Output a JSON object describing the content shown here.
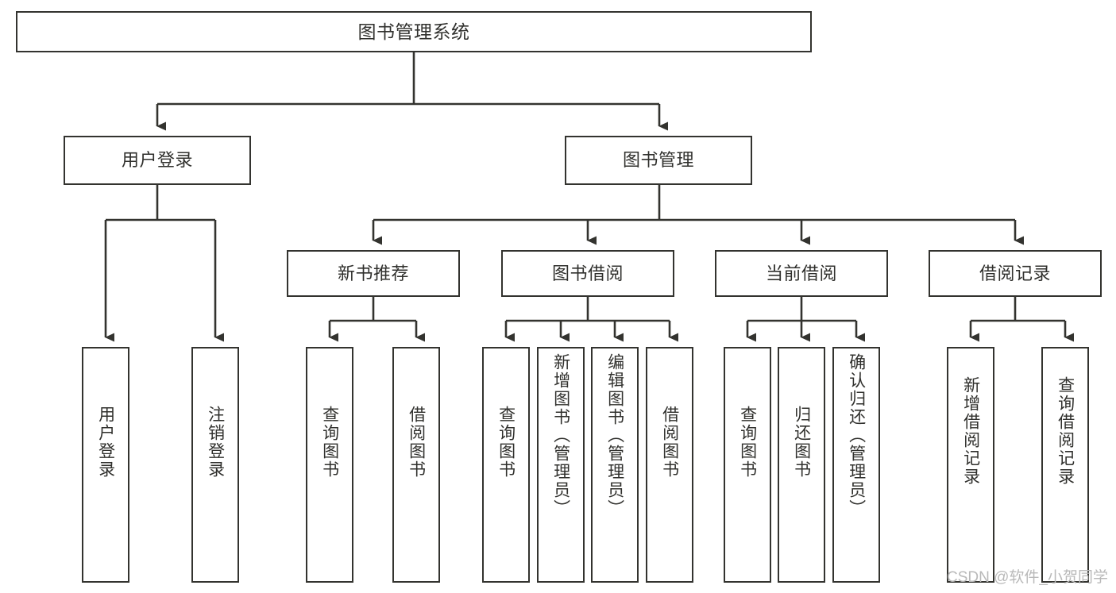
{
  "diagram": {
    "type": "hierarchy-tree",
    "title": "图书管理系统",
    "watermark": "CSDN @软件_小贺同学",
    "colors": {
      "box_border": "#33332f",
      "box_fill": "#ffffff",
      "connector": "#33332f",
      "text": "#30302d",
      "watermark": "#b9b9b9",
      "background": "#ffffff"
    },
    "levels": {
      "level1": [
        {
          "id": "root",
          "label": "图书管理系统"
        }
      ],
      "level2": [
        {
          "id": "user-login",
          "label": "用户登录"
        },
        {
          "id": "book-management",
          "label": "图书管理"
        }
      ],
      "level3": [
        {
          "id": "new-book-recommend",
          "label": "新书推荐"
        },
        {
          "id": "book-borrow",
          "label": "图书借阅"
        },
        {
          "id": "current-borrow",
          "label": "当前借阅"
        },
        {
          "id": "borrow-record",
          "label": "借阅记录"
        }
      ],
      "level4": [
        {
          "id": "leaf-user-login",
          "label": "用户登录",
          "parent": "user-login"
        },
        {
          "id": "leaf-logout",
          "label": "注销登录",
          "parent": "user-login"
        },
        {
          "id": "leaf-query-book-1",
          "label": "查询图书",
          "parent": "new-book-recommend"
        },
        {
          "id": "leaf-borrow-book-1",
          "label": "借阅图书",
          "parent": "new-book-recommend"
        },
        {
          "id": "leaf-query-book-2",
          "label": "查询图书",
          "parent": "book-borrow"
        },
        {
          "id": "leaf-add-book",
          "label": "新增图书（管理员）",
          "parent": "book-borrow"
        },
        {
          "id": "leaf-edit-book",
          "label": "编辑图书（管理员）",
          "parent": "book-borrow"
        },
        {
          "id": "leaf-borrow-book-2",
          "label": "借阅图书",
          "parent": "book-borrow"
        },
        {
          "id": "leaf-query-book-3",
          "label": "查询图书",
          "parent": "current-borrow"
        },
        {
          "id": "leaf-return-book",
          "label": "归还图书",
          "parent": "current-borrow"
        },
        {
          "id": "leaf-confirm-return",
          "label": "确认归还（管理员）",
          "parent": "current-borrow"
        },
        {
          "id": "leaf-add-record",
          "label": "新增借阅记录",
          "parent": "borrow-record"
        },
        {
          "id": "leaf-query-record",
          "label": "查询借阅记录",
          "parent": "borrow-record"
        }
      ]
    }
  }
}
